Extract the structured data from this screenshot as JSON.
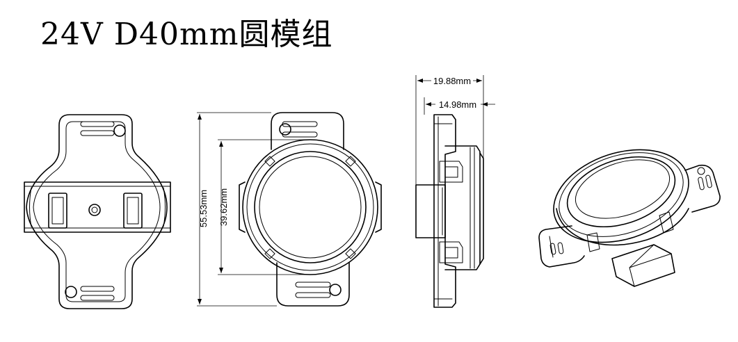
{
  "title": "24V D40mm圆模组",
  "dimensions": {
    "height_total": "55.53mm",
    "lens_diameter": "39.62mm",
    "depth_total": "19.88mm",
    "depth_body": "14.98mm"
  },
  "colors": {
    "line": "#000000",
    "background": "#ffffff"
  }
}
